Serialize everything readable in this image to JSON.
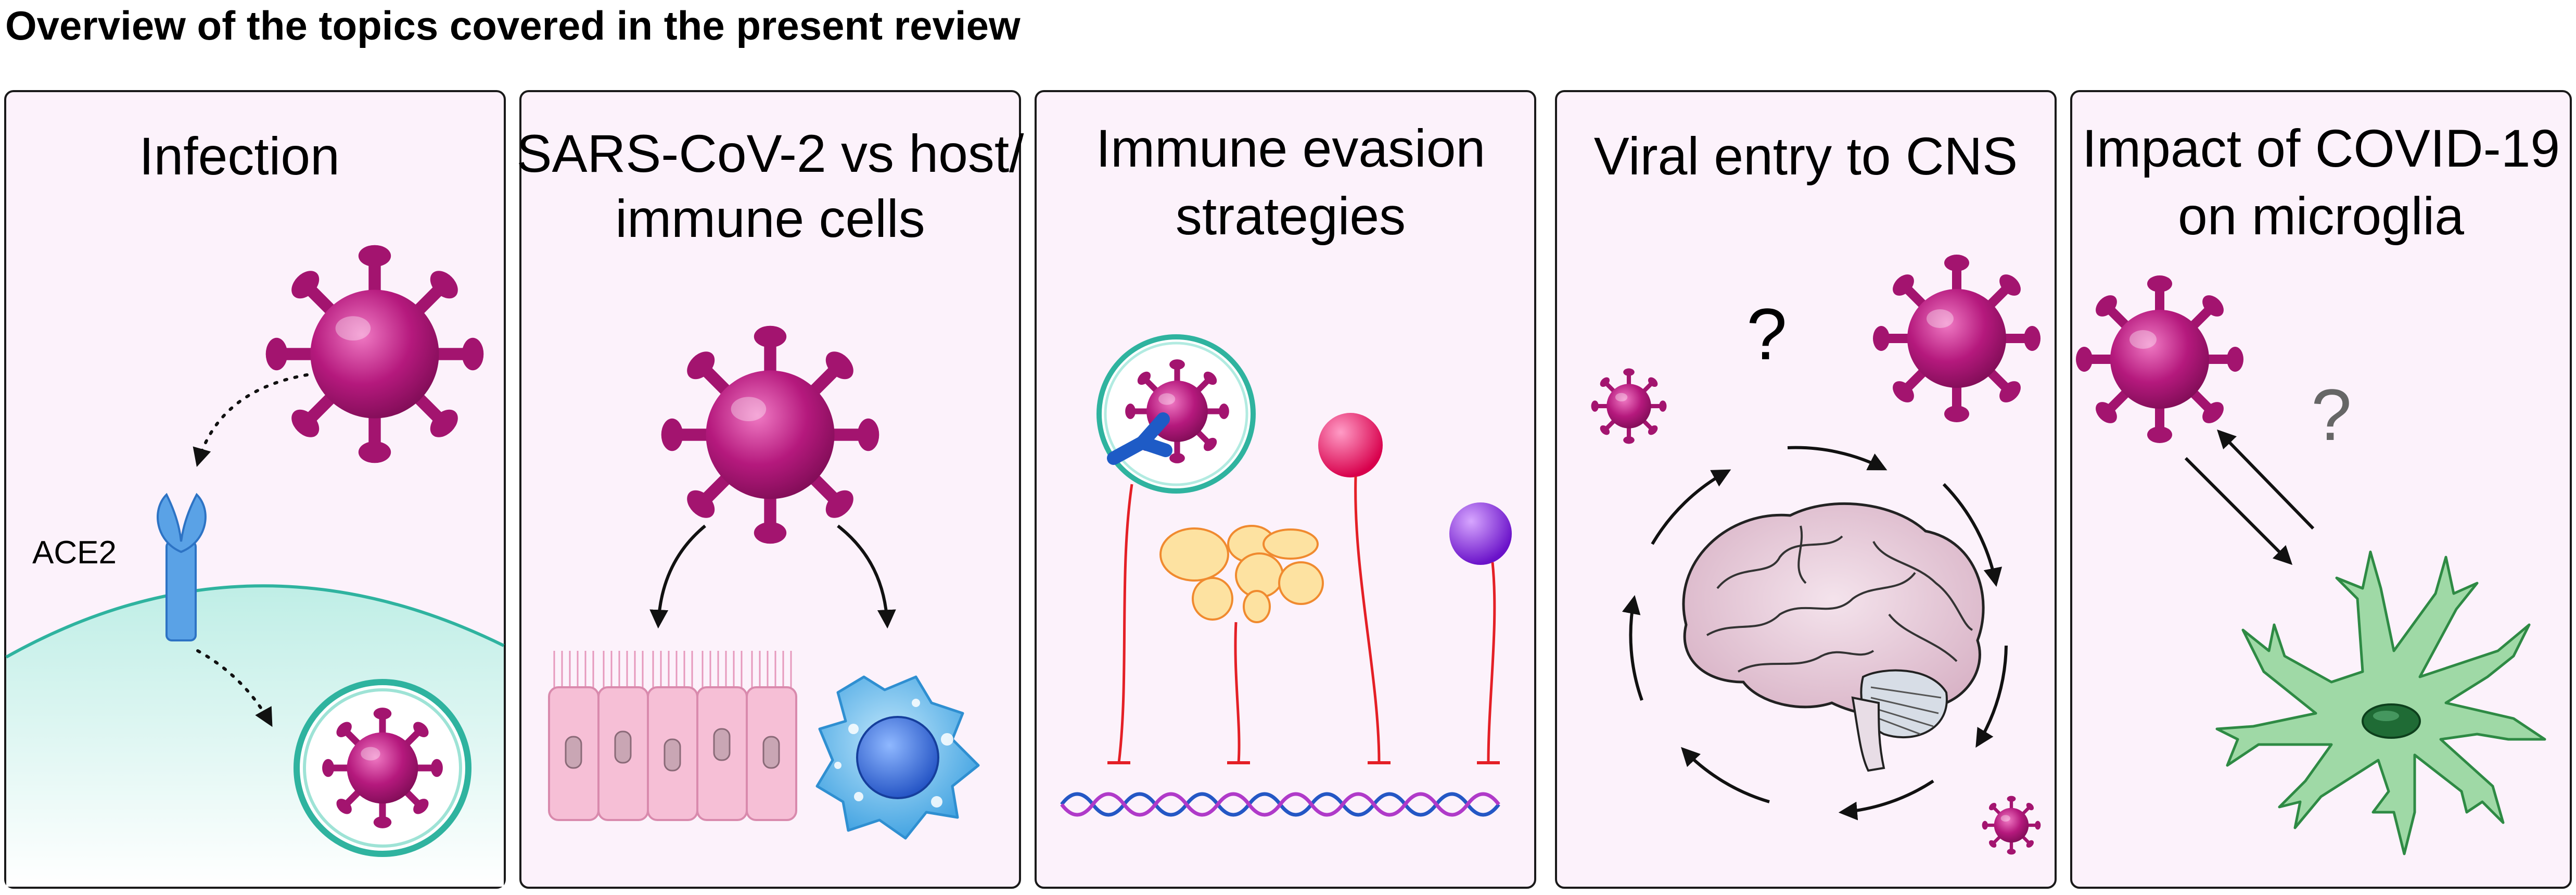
{
  "figure": {
    "title": "Overview of the topics covered in the present review"
  },
  "panels": [
    {
      "id": "infection",
      "title_lines": [
        "Infection"
      ],
      "labels": {
        "receptor": "ACE2"
      }
    },
    {
      "id": "host-immune",
      "title_lines": [
        "SARS-CoV-2 vs host/",
        "immune cells"
      ]
    },
    {
      "id": "immune-evasion",
      "title_lines": [
        "Immune evasion",
        "strategies"
      ]
    },
    {
      "id": "cns-entry",
      "title_lines": [
        "Viral entry to CNS"
      ],
      "labels": {
        "question": "?"
      }
    },
    {
      "id": "microglia",
      "title_lines": [
        "Impact of COVID-19",
        "on microglia"
      ],
      "labels": {
        "question": "?"
      }
    }
  ],
  "colors": {
    "virus": "#a3146f",
    "panel_bg": "#fcf2fb",
    "cell_membrane": "#2fb39f",
    "ace2": "#5aa2e6",
    "epithelium": "#f6bfd6",
    "macrophage": "#5bb2e8",
    "inhibition": "#e41f26",
    "microglia": "#54b96a"
  },
  "icons": [
    "virus-icon",
    "ace2-receptor-icon",
    "cell-icon",
    "epithelial-cells-icon",
    "macrophage-icon",
    "antibody-icon",
    "dna-helix-icon",
    "brain-icon",
    "microglia-icon",
    "arrow-icon"
  ]
}
